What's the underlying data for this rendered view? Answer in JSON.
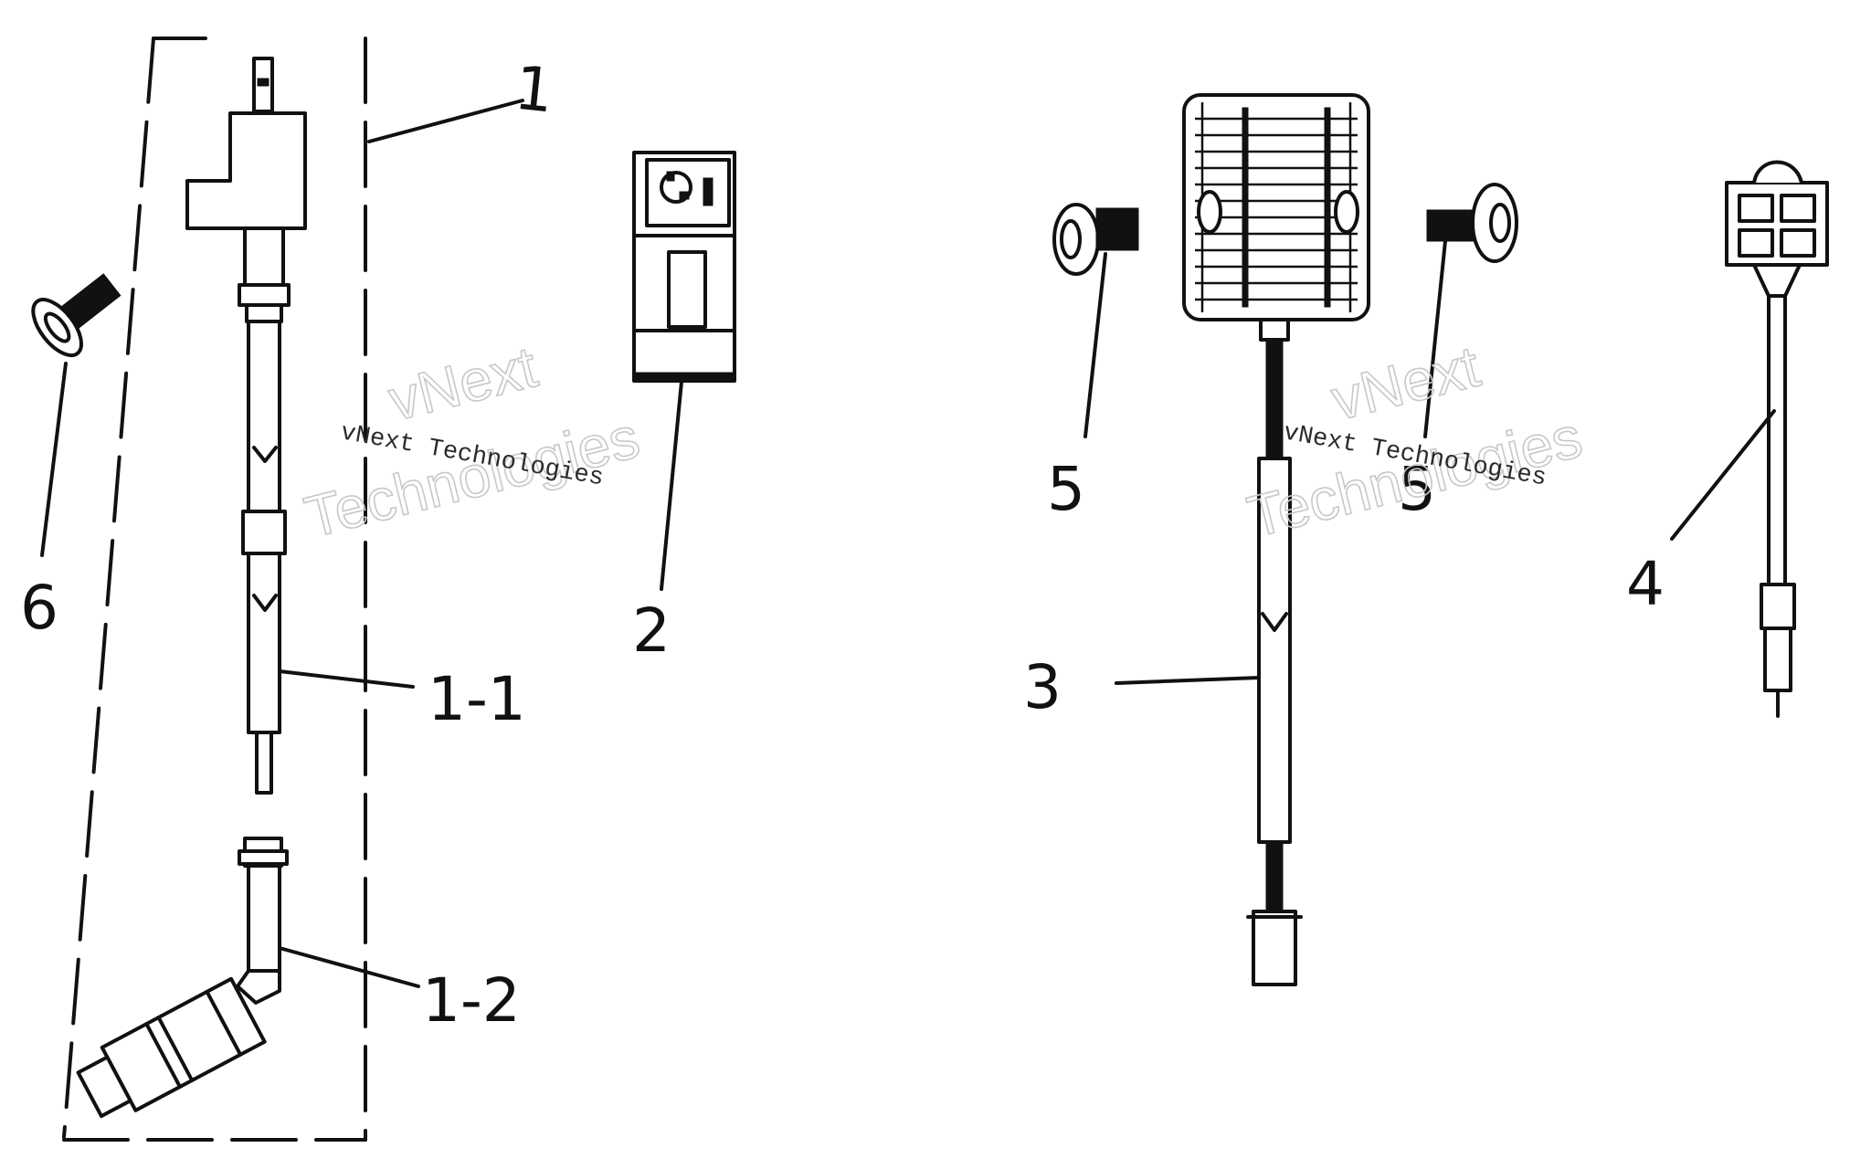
{
  "diagram": {
    "callouts": [
      {
        "id": "1",
        "label": "1"
      },
      {
        "id": "1-1",
        "label": "1-1"
      },
      {
        "id": "1-2",
        "label": "1-2"
      },
      {
        "id": "2",
        "label": "2"
      },
      {
        "id": "3",
        "label": "3"
      },
      {
        "id": "4",
        "label": "4"
      },
      {
        "id": "5a",
        "label": "5"
      },
      {
        "id": "5b",
        "label": "5"
      },
      {
        "id": "6",
        "label": "6"
      }
    ],
    "watermark": {
      "line1": "vNext",
      "line2": "Technologies",
      "caption": "vNext Technologies"
    }
  }
}
